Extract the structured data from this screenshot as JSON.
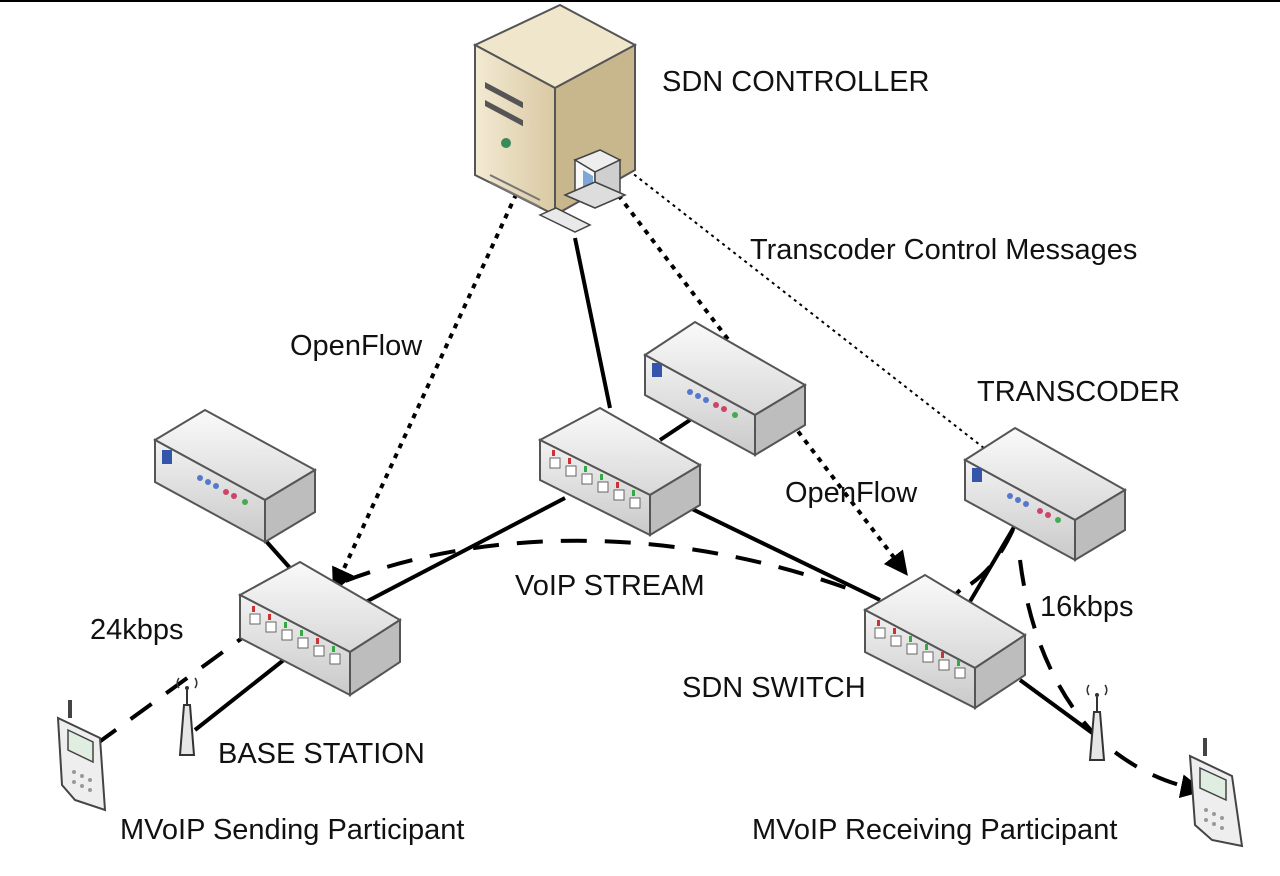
{
  "labels": {
    "sdn_controller": "SDN CONTROLLER",
    "transcoder_control": "Transcoder Control Messages",
    "openflow_left": "OpenFlow",
    "openflow_right": "OpenFlow",
    "transcoder": "TRANSCODER",
    "voip_stream": "VoIP STREAM",
    "rate_sender": "24kbps",
    "rate_receiver": "16kbps",
    "sdn_switch": "SDN SWITCH",
    "base_station": "BASE STATION",
    "sending_participant": "MVoIP Sending Participant",
    "receiving_participant": "MVoIP Receiving Participant"
  },
  "icons": {
    "controller": "server-tower-icon",
    "workstation": "workstation-icon",
    "router": "network-router-icon",
    "switch": "network-switch-icon",
    "antenna": "antenna-icon",
    "phone": "mobile-phone-icon"
  },
  "colors": {
    "server_body": "#e8dcc0",
    "device_body": "#e4e4e4",
    "line": "#000000"
  }
}
